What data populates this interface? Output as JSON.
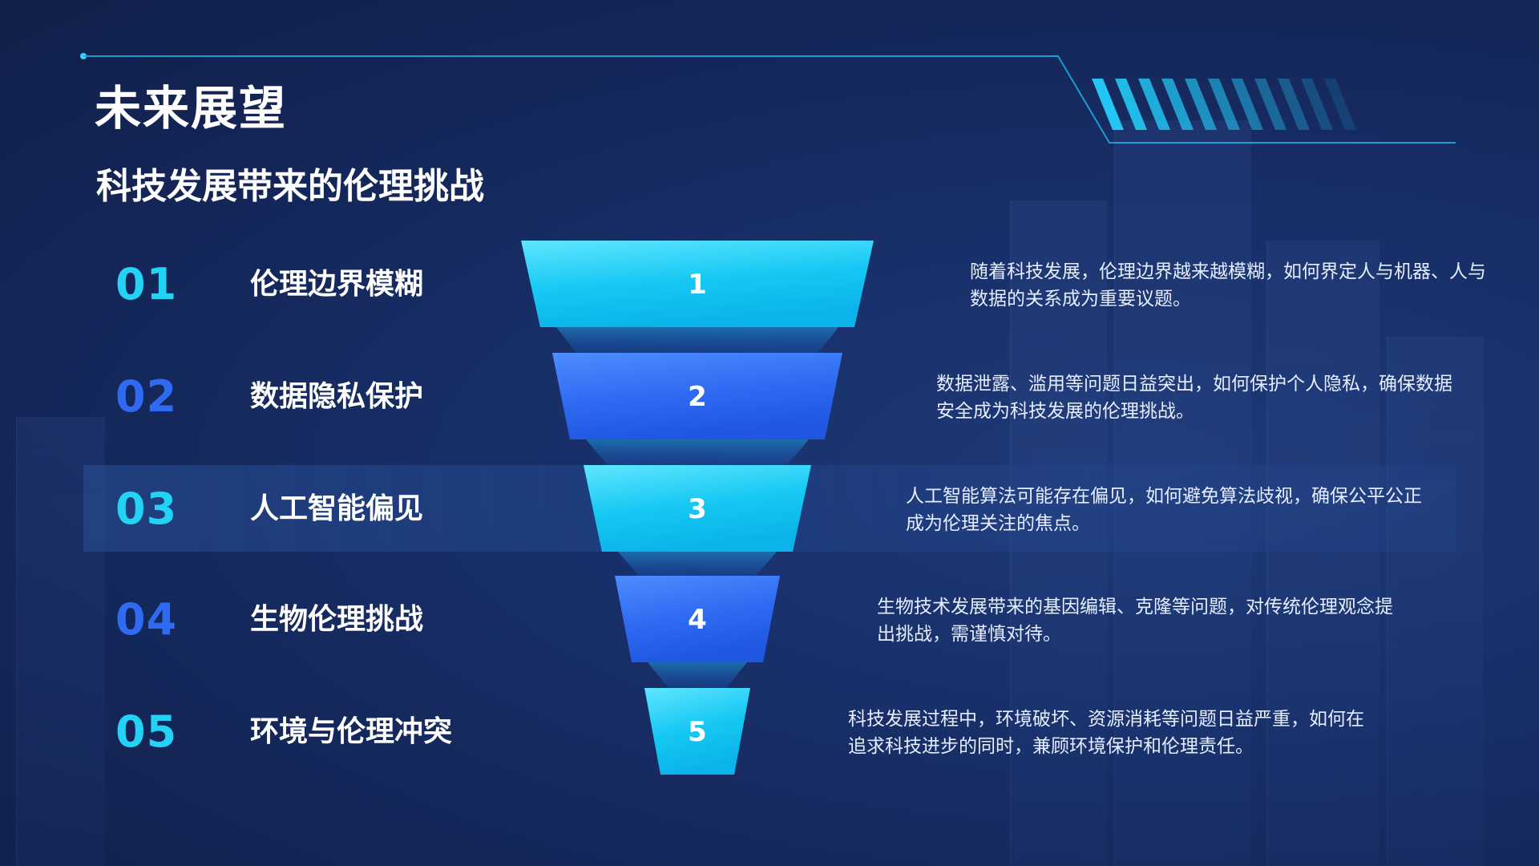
{
  "header": {
    "title": "未来展望",
    "subtitle": "科技发展带来的伦理挑战"
  },
  "colors": {
    "background": "#17295a",
    "accent_cyan": "#22d3f5",
    "accent_blue": "#2f6bf2",
    "line": "#1aa8e0"
  },
  "items": [
    {
      "number": "01",
      "label": "伦理边界模糊",
      "funnel_number": "1",
      "description": "随着科技发展，伦理边界越来越模糊，如何界定人与机器、人与数据的关系成为重要议题。",
      "style": "cyan"
    },
    {
      "number": "02",
      "label": "数据隐私保护",
      "funnel_number": "2",
      "description": "数据泄露、滥用等问题日益突出，如何保护个人隐私，确保数据安全成为科技发展的伦理挑战。",
      "style": "blue"
    },
    {
      "number": "03",
      "label": "人工智能偏见",
      "funnel_number": "3",
      "description": "人工智能算法可能存在偏见，如何避免算法歧视，确保公平公正成为伦理关注的焦点。",
      "style": "cyan"
    },
    {
      "number": "04",
      "label": "生物伦理挑战",
      "funnel_number": "4",
      "description": "生物技术发展带来的基因编辑、克隆等问题，对传统伦理观念提出挑战，需谨慎对待。",
      "style": "blue"
    },
    {
      "number": "05",
      "label": "环境与伦理冲突",
      "funnel_number": "5",
      "description": "科技发展过程中，环境破坏、资源消耗等问题日益严重，如何在追求科技进步的同时，兼顾环境保护和伦理责任。",
      "style": "cyan"
    }
  ]
}
